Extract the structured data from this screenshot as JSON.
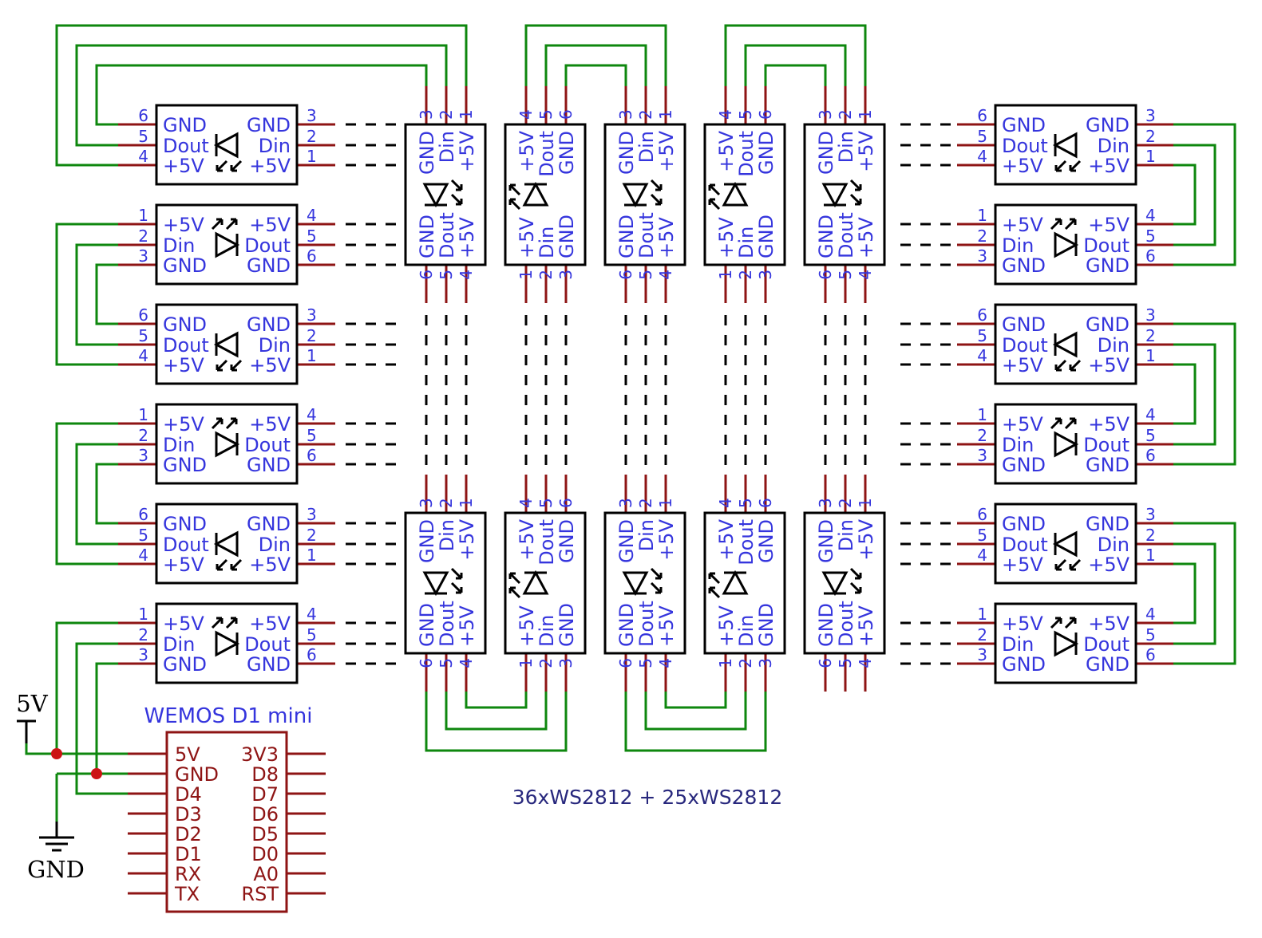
{
  "diagram": {
    "caption": "36xWS2812 + 25xWS2812",
    "power": {
      "rail_label": "5V",
      "ground_label": "GND"
    },
    "mcu": {
      "title": "WEMOS D1 mini",
      "left_pins": [
        "5V",
        "GND",
        "D4",
        "D3",
        "D2",
        "D1",
        "RX",
        "TX"
      ],
      "right_pins": [
        "3V3",
        "D8",
        "D7",
        "D6",
        "D5",
        "D0",
        "A0",
        "RST"
      ]
    },
    "chip_types": {
      "hA": {
        "left": [
          {
            "n": "6",
            "l": "GND"
          },
          {
            "n": "5",
            "l": "Dout"
          },
          {
            "n": "4",
            "l": "+5V"
          }
        ],
        "right": [
          {
            "n": "3",
            "l": "GND"
          },
          {
            "n": "2",
            "l": "Din"
          },
          {
            "n": "1",
            "l": "+5V"
          }
        ]
      },
      "hB": {
        "left": [
          {
            "n": "1",
            "l": "+5V"
          },
          {
            "n": "2",
            "l": "Din"
          },
          {
            "n": "3",
            "l": "GND"
          }
        ],
        "right": [
          {
            "n": "4",
            "l": "+5V"
          },
          {
            "n": "5",
            "l": "Dout"
          },
          {
            "n": "6",
            "l": "GND"
          }
        ]
      },
      "vA": {
        "top": [
          {
            "n": "3",
            "l": "GND"
          },
          {
            "n": "2",
            "l": "Din"
          },
          {
            "n": "1",
            "l": "+5V"
          }
        ],
        "bottom": [
          {
            "n": "6",
            "l": "GND"
          },
          {
            "n": "5",
            "l": "Dout"
          },
          {
            "n": "4",
            "l": "+5V"
          }
        ]
      },
      "vB": {
        "top": [
          {
            "n": "4",
            "l": "+5V"
          },
          {
            "n": "5",
            "l": "Dout"
          },
          {
            "n": "6",
            "l": "GND"
          }
        ],
        "bottom": [
          {
            "n": "1",
            "l": "+5V"
          },
          {
            "n": "2",
            "l": "Din"
          },
          {
            "n": "3",
            "l": "GND"
          }
        ]
      }
    },
    "chips": {
      "left_column": [
        "hA",
        "hB",
        "hA",
        "hB",
        "hA",
        "hB"
      ],
      "right_column": [
        "hA",
        "hB",
        "hA",
        "hB",
        "hA",
        "hB"
      ],
      "top_row": [
        "vA",
        "vB",
        "vA",
        "vB",
        "vA"
      ],
      "bottom_row": [
        "vA",
        "vB",
        "vA",
        "vB",
        "vA"
      ]
    },
    "colors": {
      "wire": "#0E870E",
      "pin": "#8E1414",
      "label_blue": "#3535DD",
      "caption": "#28287D",
      "junction": "#CC1414",
      "outline": "#000000",
      "background": "#FFFFFF"
    }
  }
}
